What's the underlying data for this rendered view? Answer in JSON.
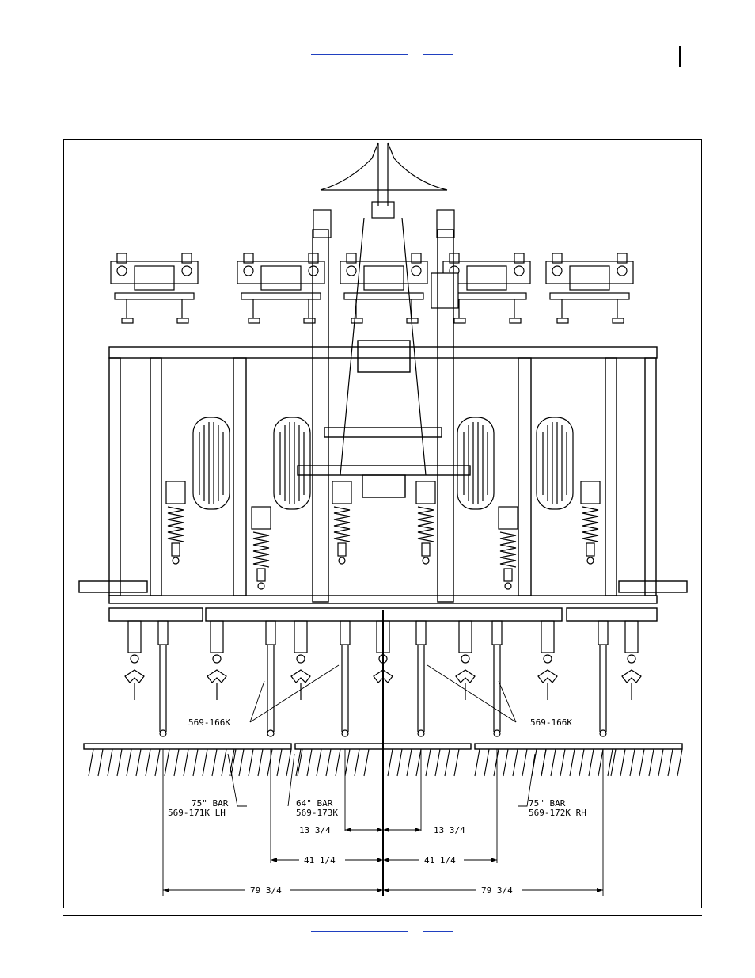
{
  "diagram": {
    "callouts": {
      "shank_left": "569-166K",
      "shank_right": "569-166K",
      "bar_left_size": "75\" BAR",
      "bar_left_part": "569-171K LH",
      "bar_center_size": "64\" BAR",
      "bar_center_part": "569-173K",
      "bar_right_size": "75\" BAR",
      "bar_right_part": "569-172K RH"
    },
    "dimensions": {
      "inner_left": "13 3/4",
      "inner_right": "13 3/4",
      "mid_left": "41 1/4",
      "mid_right": "41 1/4",
      "outer_left": "79 3/4",
      "outer_right": "79 3/4"
    }
  }
}
